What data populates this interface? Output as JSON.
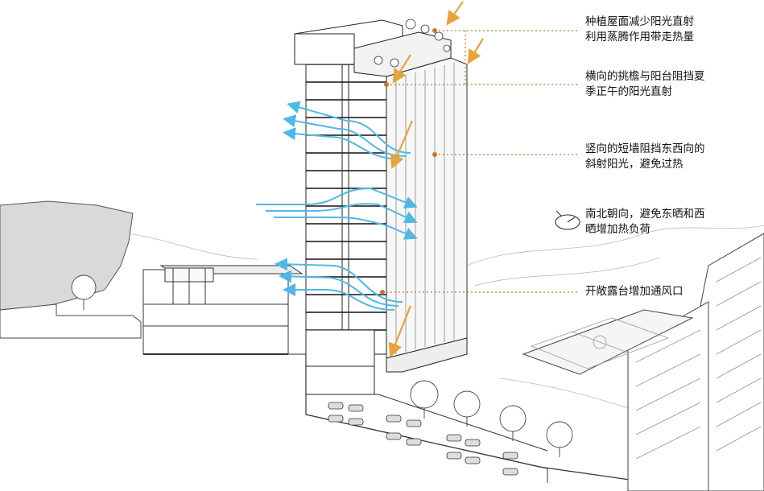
{
  "annotations": [
    {
      "line1": "种植屋面减少阳光直射",
      "line2": "利用蒸腾作用带走热量"
    },
    {
      "line1": "横向的挑檐与阳台阻挡夏",
      "line2": "季正午的阳光直射"
    },
    {
      "line1": "竖向的短墙阻挡东西向的",
      "line2": "斜射阳光，避免过热"
    },
    {
      "line1": "南北朝向，避免东晒和西",
      "line2": "晒增加热负荷"
    },
    {
      "line1": "开敞露台增加通风口",
      "line2": ""
    }
  ],
  "colors": {
    "leader": "#c8782a",
    "sun_arrow": "#e8a33a",
    "wind_arrow": "#4fb8e6",
    "line": "#333333",
    "ground_fill": "#d9d9d9"
  },
  "icons": [
    "sun-compass-icon"
  ]
}
